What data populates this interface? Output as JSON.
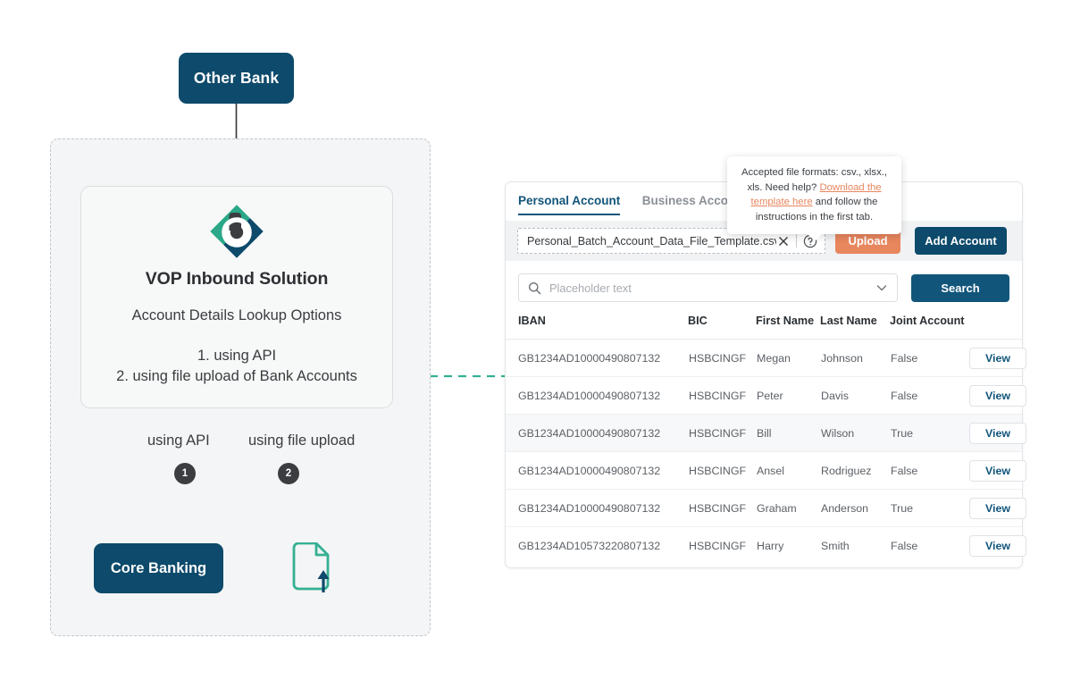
{
  "diagram": {
    "source_box": {
      "label": "Other Bank"
    },
    "solution_card": {
      "logo_icon": "b-diamond-logo",
      "title": "VOP Inbound Solution",
      "subtitle": "Account Details Lookup Options",
      "option_1": "1. using API",
      "option_2": "2. using file upload of Bank Accounts"
    },
    "branch_1": {
      "label": "using API",
      "badge": "1",
      "target": "Core Banking"
    },
    "branch_2": {
      "label": "using file upload",
      "badge": "2",
      "target_icon": "file-upload-icon"
    },
    "link_arrow": "dashed-teal-arrow-left"
  },
  "panel": {
    "tabs": [
      {
        "label": "Personal Account",
        "active": true
      },
      {
        "label": "Business Account",
        "active": false
      }
    ],
    "file_upload": {
      "file_name": "Personal_Batch_Account_Data_File_Template.csv",
      "clear_icon": "close-icon",
      "help_icon": "question-circle-icon",
      "upload_label": "Upload",
      "add_account_label": "Add Account"
    },
    "tooltip": {
      "line1": "Accepted file formats: csv., xlsx., xls.",
      "line2_prefix": "Need help? ",
      "link_text": "Download the template here",
      "line2_suffix": " and follow the instructions in the first tab."
    },
    "search": {
      "icon": "search-icon",
      "placeholder": "Placeholder text",
      "value": "",
      "dropdown_icon": "chevron-down-icon",
      "button_label": "Search"
    },
    "table": {
      "columns": [
        "IBAN",
        "BIC",
        "First Name",
        "Last Name",
        "Joint Account",
        ""
      ],
      "row_action_label": "View",
      "rows": [
        {
          "iban": "GB1234AD10000490807132",
          "bic": "HSBCINGF",
          "first_name": "Megan",
          "last_name": "Johnson",
          "joint_account": "False",
          "highlighted": false
        },
        {
          "iban": "GB1234AD10000490807132",
          "bic": "HSBCINGF",
          "first_name": "Peter",
          "last_name": "Davis",
          "joint_account": "False",
          "highlighted": false
        },
        {
          "iban": "GB1234AD10000490807132",
          "bic": "HSBCINGF",
          "first_name": "Bill",
          "last_name": "Wilson",
          "joint_account": "True",
          "highlighted": true
        },
        {
          "iban": "GB1234AD10000490807132",
          "bic": "HSBCINGF",
          "first_name": "Ansel",
          "last_name": "Rodriguez",
          "joint_account": "False",
          "highlighted": false
        },
        {
          "iban": "GB1234AD10000490807132",
          "bic": "HSBCINGF",
          "first_name": "Graham",
          "last_name": "Anderson",
          "joint_account": "True",
          "highlighted": false
        },
        {
          "iban": "GB1234AD10573220807132",
          "bic": "HSBCINGF",
          "first_name": "Harry",
          "last_name": "Smith",
          "joint_account": "False",
          "highlighted": false
        }
      ]
    }
  },
  "colors": {
    "navy": "#0d4a6b",
    "navy_text": "#12557a",
    "coral": "#e8865e",
    "teal": "#35b093",
    "dark": "#3b3d40",
    "panel_bg": "#ffffff",
    "zone_bg": "#f4f5f6"
  }
}
